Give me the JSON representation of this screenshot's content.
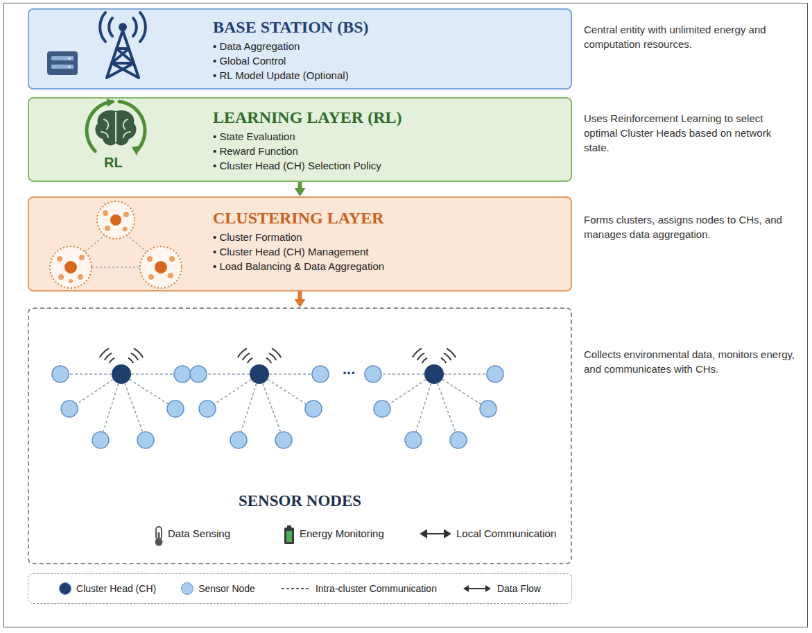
{
  "diagram": {
    "nodes": [
      {
        "text": [
          "BASE STATION (BS)",
          "• Data Aggregation",
          "• Global Control",
          "• RL Model Update (Optional)"
        ]
      },
      {
        "text": [
          "LEARNING LAYER (RL)",
          "• State Evaluation",
          "• Reward Function",
          "• Cluster Head (CH) Selection Policy",
          "RL"
        ]
      },
      {
        "text": [
          "CLUSTERING LAYER",
          "• Cluster Formation",
          "• Cluster Head (CH) Management",
          "• Load Balancing & Data Aggregation"
        ]
      },
      {
        "text": [
          "...",
          "SENSOR NODES",
          "Data Sensing",
          "Energy Monitoring",
          "Local Communication"
        ]
      }
    ],
    "edges": [
      {
        "from": 0,
        "to": 1,
        "arrow": "to"
      },
      {
        "from": 1,
        "to": 2,
        "arrow": "to"
      },
      {
        "from": 2,
        "to": 3,
        "arrow": "to"
      }
    ],
    "labels": [
      "Central entity with unlimited energy and computation resources.",
      "Uses Reinforcement Learning to select optimal Cluster Heads based on network state.",
      "Forms clusters, assigns nodes to CHs, and manages data aggregation.",
      "Collects environmental data, monitors energy, and communicates with CHs."
    ],
    "legend": [
      {
        "text": "Cluster Head (CH)",
        "color": "#1e3f6e"
      },
      {
        "text": "Sensor Node",
        "color": "#a8cdef"
      },
      {
        "text": "Intra-cluster Communication"
      },
      {
        "text": "Data Flow"
      }
    ]
  }
}
